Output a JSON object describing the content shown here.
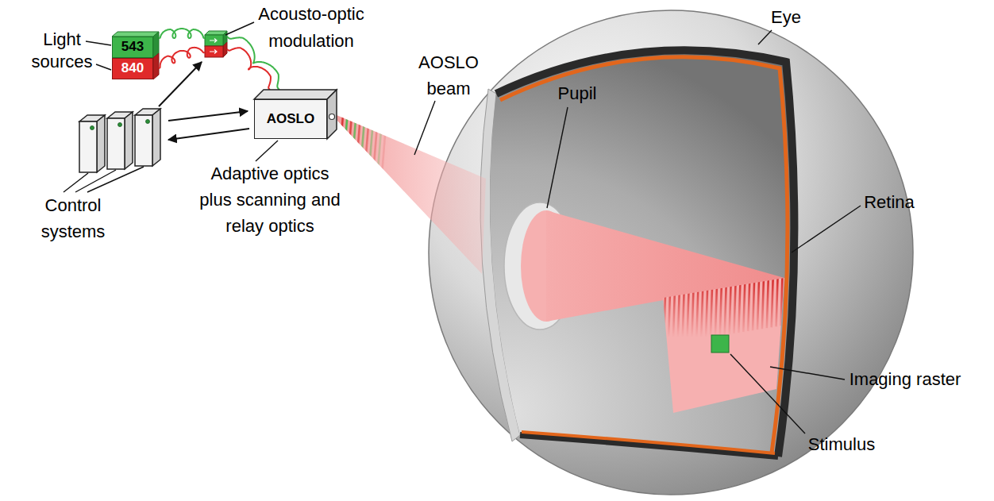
{
  "diagram": {
    "nodes": [
      {
        "text": [
          "543"
        ]
      },
      {
        "text": [
          "840"
        ]
      },
      {
        "text": [
          "AOSLO"
        ]
      }
    ],
    "labels": [
      "Light sources",
      "Acousto-optic modulation",
      "Control systems",
      "Adaptive optics plus scanning and relay optics",
      "AOSLO beam",
      "Eye",
      "Pupil",
      "Retina",
      "Imaging raster",
      "Stimulus"
    ]
  }
}
